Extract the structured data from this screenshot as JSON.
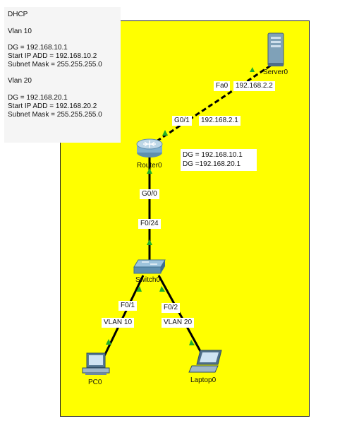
{
  "note": {
    "lines": [
      "DHCP",
      "",
      "Vlan 10",
      "",
      "DG = 192.168.10.1",
      "Start IP ADD = 192.168.10.2",
      "Subnet Mask = 255.255.255.0",
      "",
      "Vlan 20",
      "",
      "DG = 192.168.20.1",
      "Start IP ADD = 192.168.20.2",
      "Subnet Mask = 255.255.255.0"
    ]
  },
  "devices": {
    "server": "Server0",
    "router": "Router0",
    "switch": "Switch0",
    "pc": "PC0",
    "laptop": "Laptop0"
  },
  "links": {
    "server_port": "Fa0",
    "server_ip": "192.168.2.2",
    "router_g01": "G0/1",
    "router_g01_ip": "192.168.2.1",
    "router_g00": "G0/0",
    "switch_f024": "F0/24",
    "switch_f01": "F0/1",
    "pc_vlan": "VLAN 10",
    "switch_f02": "F0/2",
    "laptop_vlan": "VLAN 20"
  },
  "router_dg": {
    "line1": "DG = 192.168.10.1",
    "line2": "DG =192.168.20.1"
  },
  "colors": {
    "background_area": "#ffff00",
    "link_up": "#1fb02a",
    "cable": "#000000"
  }
}
